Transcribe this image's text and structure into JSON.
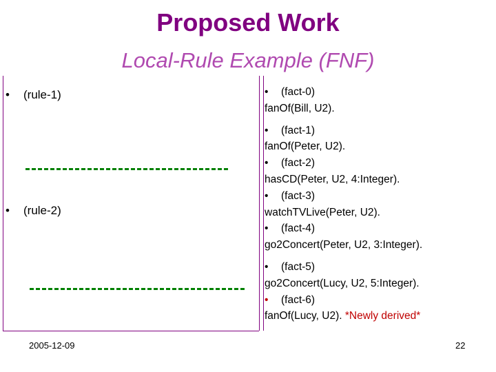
{
  "slide": {
    "title": "Proposed Work",
    "subtitle": "Local-Rule Example (FNF)",
    "left": {
      "rule1": {
        "bullet": "•",
        "label": "(rule-1)"
      },
      "rule2": {
        "bullet": "•",
        "label": "(rule-2)"
      }
    },
    "facts": [
      {
        "bullet": "•",
        "label": "(fact-0)",
        "text": "fanOf(Bill, U2)."
      },
      {
        "bullet": "•",
        "label": "(fact-1)",
        "text": "fanOf(Peter, U2)."
      },
      {
        "bullet": "•",
        "label": "(fact-2)",
        "text": "hasCD(Peter, U2, 4:Integer)."
      },
      {
        "bullet": "•",
        "label": "(fact-3)",
        "text": "watchTVLive(Peter, U2)."
      },
      {
        "bullet": "•",
        "label": "(fact-4)",
        "text": "go2Concert(Peter, U2, 3:Integer)."
      },
      {
        "bullet": "•",
        "label": "(fact-5)",
        "text": "go2Concert(Lucy, U2, 5:Integer)."
      },
      {
        "bullet": "•",
        "label": "(fact-6)",
        "text": "fanOf(Lucy, U2).",
        "derived_note": "*Newly derived*"
      }
    ],
    "footer": {
      "date": "2005-12-09",
      "page": "22"
    },
    "colors": {
      "title": "#800080",
      "subtitle": "#b04ab0",
      "border": "#800080",
      "dash": "#008000",
      "derived": "#c00000"
    }
  }
}
